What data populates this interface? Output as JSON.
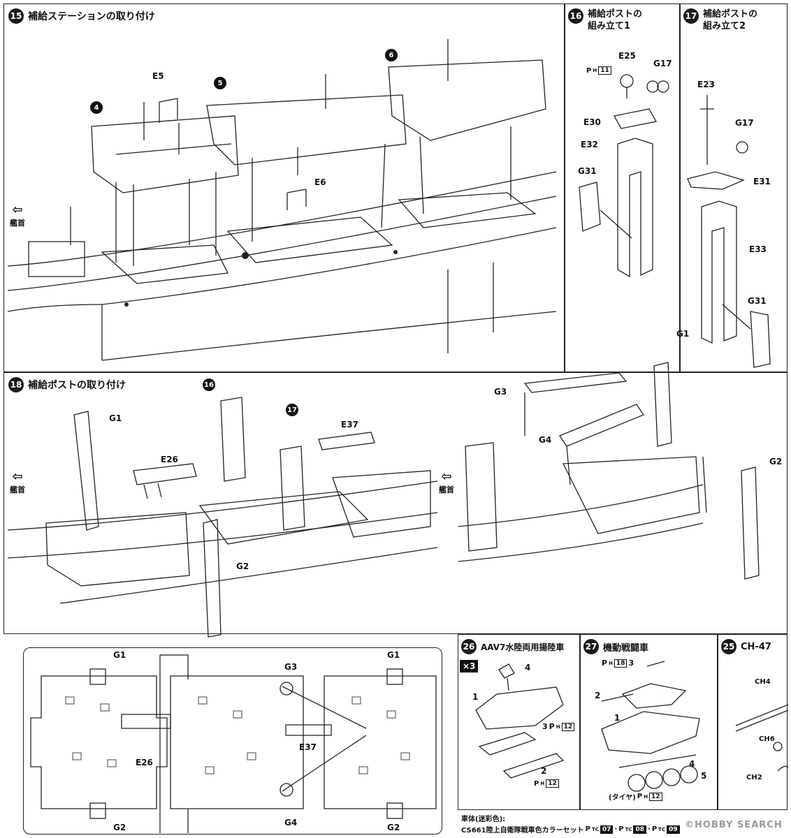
{
  "steps": {
    "s15": {
      "num": "15",
      "title": "補給ステーションの取り付け"
    },
    "s16": {
      "num": "16",
      "title1": "補給ポストの",
      "title2": "組み立て1"
    },
    "s17": {
      "num": "17",
      "title1": "補給ポストの",
      "title2": "組み立て2"
    },
    "s18": {
      "num": "18",
      "title": "補給ポストの取り付け"
    },
    "s26": {
      "num": "26",
      "title": "AAV7水陸両用揚陸車",
      "count": "×3"
    },
    "s27": {
      "num": "27",
      "title": "機動戦闘車"
    },
    "s25": {
      "num": "25",
      "title": "CH-47"
    }
  },
  "bow_label": "艦首",
  "labels15": {
    "m4": "4",
    "m5": "5",
    "m6": "6",
    "e5": "E5",
    "e6": "E6"
  },
  "labels16": {
    "e25": "E25",
    "g17": "G17",
    "e30": "E30",
    "e32": "E32",
    "g31": "G31",
    "ph": "P",
    "ph_sub": "H",
    "ph_num": "11"
  },
  "labels17": {
    "e23": "E23",
    "g17": "G17",
    "e31": "E31",
    "e33": "E33",
    "g31": "G31",
    "g1": "G1"
  },
  "labels18": {
    "m16": "16",
    "m17": "17",
    "g1": "G1",
    "e26": "E26",
    "e37": "E37",
    "g2": "G2",
    "g3": "G3",
    "g4": "G4",
    "g2b": "G2"
  },
  "plan": {
    "g1a": "G1",
    "g1b": "G1",
    "g3": "G3",
    "e26": "E26",
    "e37": "E37",
    "g2a": "G2",
    "g4": "G4",
    "g2b": "G2"
  },
  "aav": {
    "p1": "1",
    "p2": "2",
    "p3": "3",
    "p4": "4",
    "ph": "P",
    "ph_sub": "H",
    "ph_num": "12",
    "ph_num2": "12"
  },
  "mcv": {
    "p1": "1",
    "p2": "2",
    "p3": "3",
    "p4": "4",
    "p5": "5",
    "ph": "P",
    "ph_sub": "H",
    "ph_num1": "18",
    "ph_num2": "12",
    "tire": "(タイヤ)"
  },
  "ch47": {
    "ch4": "CH4",
    "ch6": "CH6",
    "ch2": "CH2"
  },
  "paint": {
    "caption": "車体(迷彩色):",
    "set": "CS661陸上自衛隊戦車色カラーセット",
    "p": "P",
    "sub": "TC",
    "c1": "07",
    "c2": "08",
    "c3": "09"
  },
  "watermark": "©HOBBY SEARCH"
}
